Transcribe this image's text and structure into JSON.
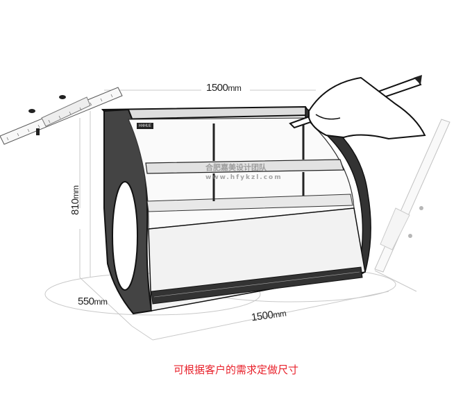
{
  "figure": {
    "subject": "curved-glass refrigerated display cabinet sketch",
    "dimensions": {
      "width_top": {
        "value": "1500",
        "unit": "mm"
      },
      "height": {
        "value": "810",
        "unit": "mm"
      },
      "depth": {
        "value": "550",
        "unit": "mm"
      },
      "width_bottom": {
        "value": "1500",
        "unit": "mm"
      }
    },
    "watermark": {
      "text": "合肥嘉美设计团队",
      "url": "www.hfykzl.com"
    },
    "nameplate": "HHHUE",
    "caption": "可根据客户的需求定做尺寸"
  },
  "colors": {
    "caption": "#e8202a",
    "line": "#222222",
    "light_line": "#bbbbbb",
    "background": "#ffffff"
  }
}
